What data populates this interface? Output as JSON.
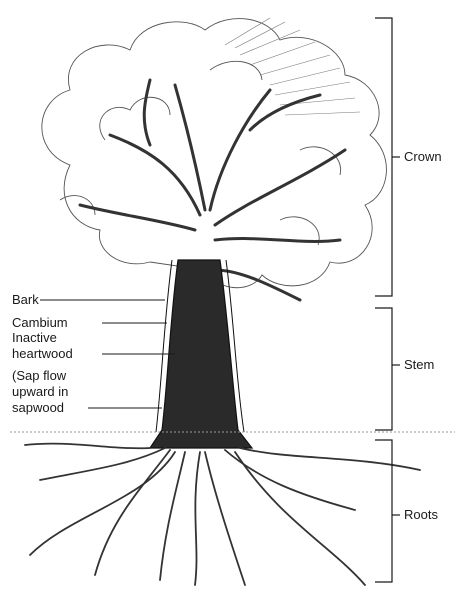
{
  "labels": {
    "crown": "Crown",
    "stem": "Stem",
    "roots": "Roots",
    "bark": "Bark",
    "cambium": "Cambium",
    "inactive_heartwood": "Inactive\nheartwood",
    "sap_flow": "(Sap flow\nupward in\nsapwood"
  },
  "colors": {
    "ink": "#1a1a1a",
    "heartwood": "#2a2a2a",
    "paper": "#ffffff"
  }
}
